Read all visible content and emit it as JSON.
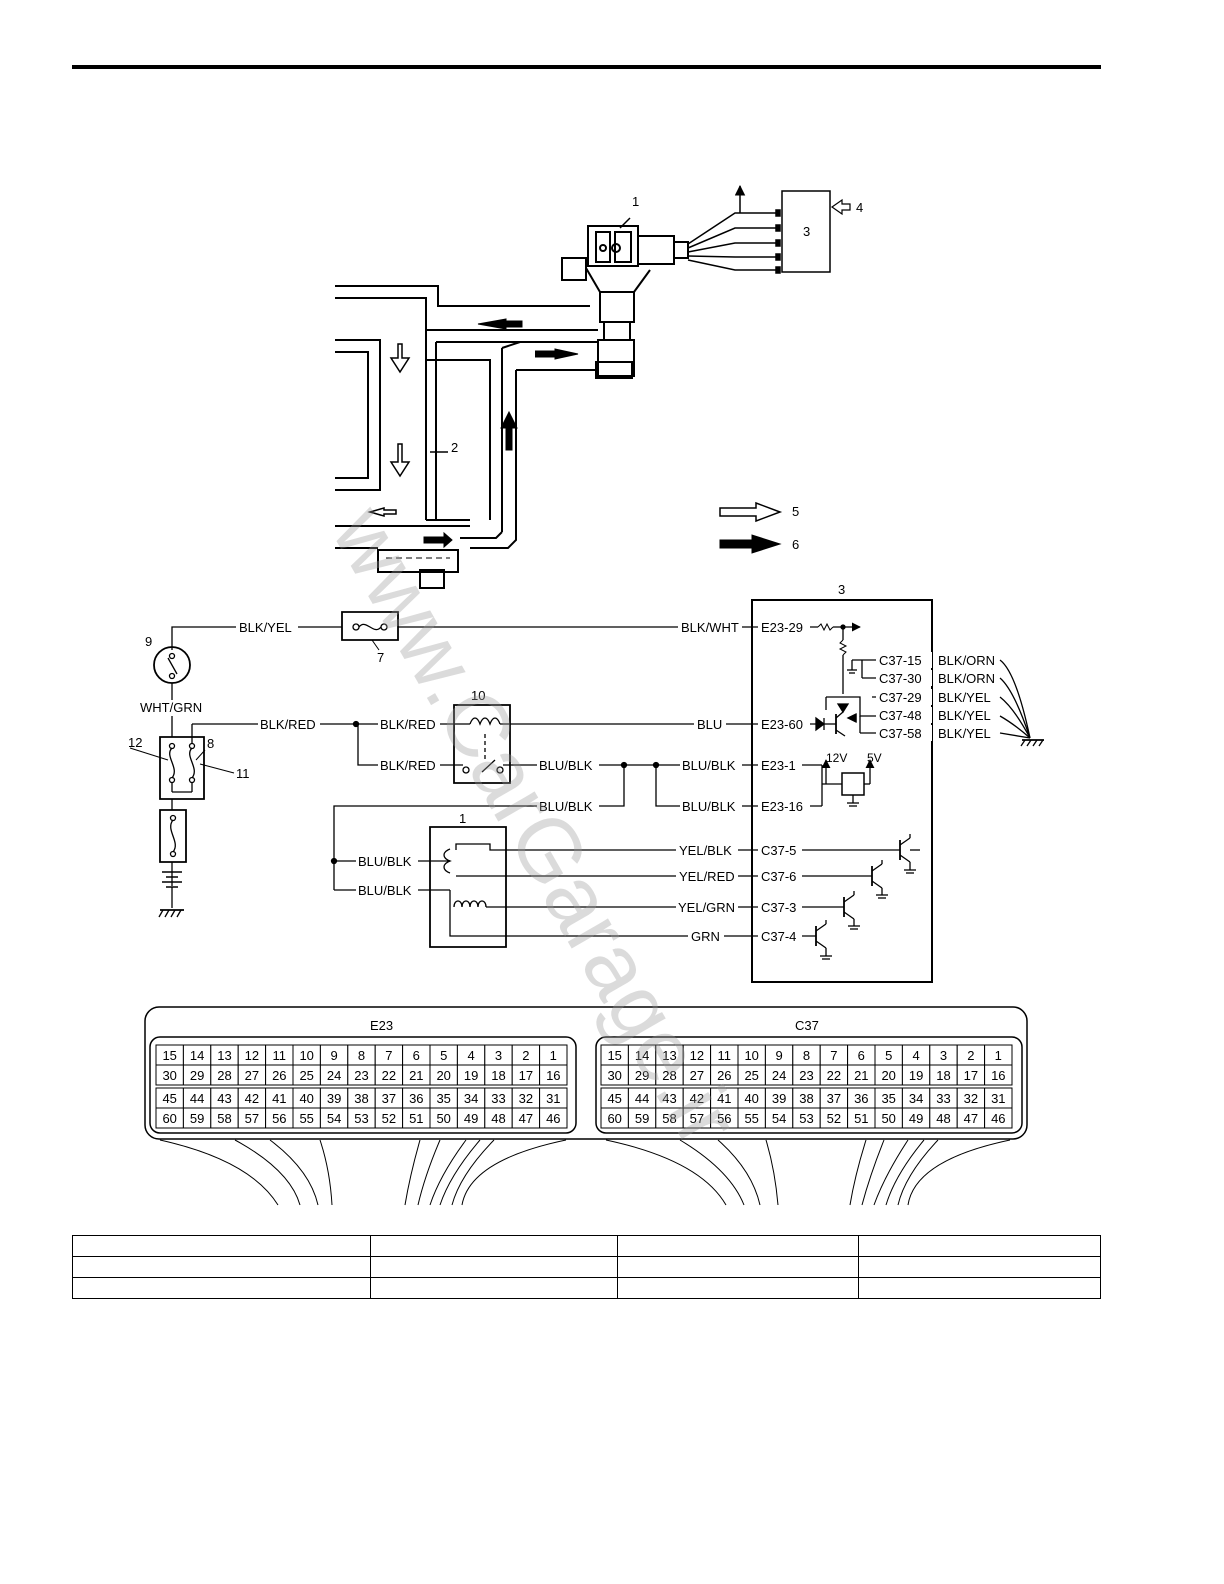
{
  "callouts": {
    "c1": "1",
    "c2": "2",
    "c3": "3",
    "c4": "4",
    "c5": "5",
    "c6": "6",
    "c7": "7",
    "c8": "8",
    "c9": "9",
    "c10": "10",
    "c11": "11",
    "c12": "12"
  },
  "wires": {
    "blk_yel": "BLK/YEL",
    "wht_grn": "WHT/GRN",
    "blk_red_a": "BLK/RED",
    "blk_red_b": "BLK/RED",
    "blk_red_c": "BLK/RED",
    "blu_blk_relay": "BLU/BLK",
    "blu_blk_e1": "BLU/BLK",
    "blu_blk_mid": "BLU/BLK",
    "blu_blk_e16": "BLU/BLK",
    "blu_blk_sol1": "BLU/BLK",
    "blu_blk_sol2": "BLU/BLK",
    "blk_wht": "BLK/WHT",
    "blu": "BLU",
    "yel_blk": "YEL/BLK",
    "yel_red": "YEL/RED",
    "yel_grn": "YEL/GRN",
    "grn": "GRN",
    "blk_orn_1": "BLK/ORN",
    "blk_orn_2": "BLK/ORN",
    "blk_yel_1": "BLK/YEL",
    "blk_yel_2": "BLK/YEL",
    "blk_yel_3": "BLK/YEL"
  },
  "terminals": {
    "e23_29": "E23-29",
    "e23_60": "E23-60",
    "e23_1": "E23-1",
    "e23_16": "E23-16",
    "c37_15": "C37-15",
    "c37_30": "C37-30",
    "c37_29": "C37-29",
    "c37_48": "C37-48",
    "c37_58": "C37-58",
    "c37_5": "C37-5",
    "c37_6": "C37-6",
    "c37_3": "C37-3",
    "c37_4": "C37-4"
  },
  "power": {
    "v12": "12V",
    "v5": "5V"
  },
  "connectors": {
    "left_name": "E23",
    "right_name": "C37",
    "rows": [
      [
        "15",
        "14",
        "13",
        "12",
        "11",
        "10",
        "9",
        "8",
        "7",
        "6",
        "5",
        "4",
        "3",
        "2",
        "1"
      ],
      [
        "30",
        "29",
        "28",
        "27",
        "26",
        "25",
        "24",
        "23",
        "22",
        "21",
        "20",
        "19",
        "18",
        "17",
        "16"
      ],
      [
        "45",
        "44",
        "43",
        "42",
        "41",
        "40",
        "39",
        "38",
        "37",
        "36",
        "35",
        "34",
        "33",
        "32",
        "31"
      ],
      [
        "60",
        "59",
        "58",
        "57",
        "56",
        "55",
        "54",
        "53",
        "52",
        "51",
        "50",
        "49",
        "48",
        "47",
        "46"
      ]
    ]
  },
  "watermark": "www.CarGarage.ir",
  "colors": {
    "ink": "#000000",
    "watermark": "#9a9a9a"
  },
  "icons": [
    "fuse-icon",
    "ignition-switch-icon",
    "relay-icon",
    "solenoid-icon",
    "transistor-icon",
    "ground-icon",
    "flow-arrow-icon"
  ]
}
